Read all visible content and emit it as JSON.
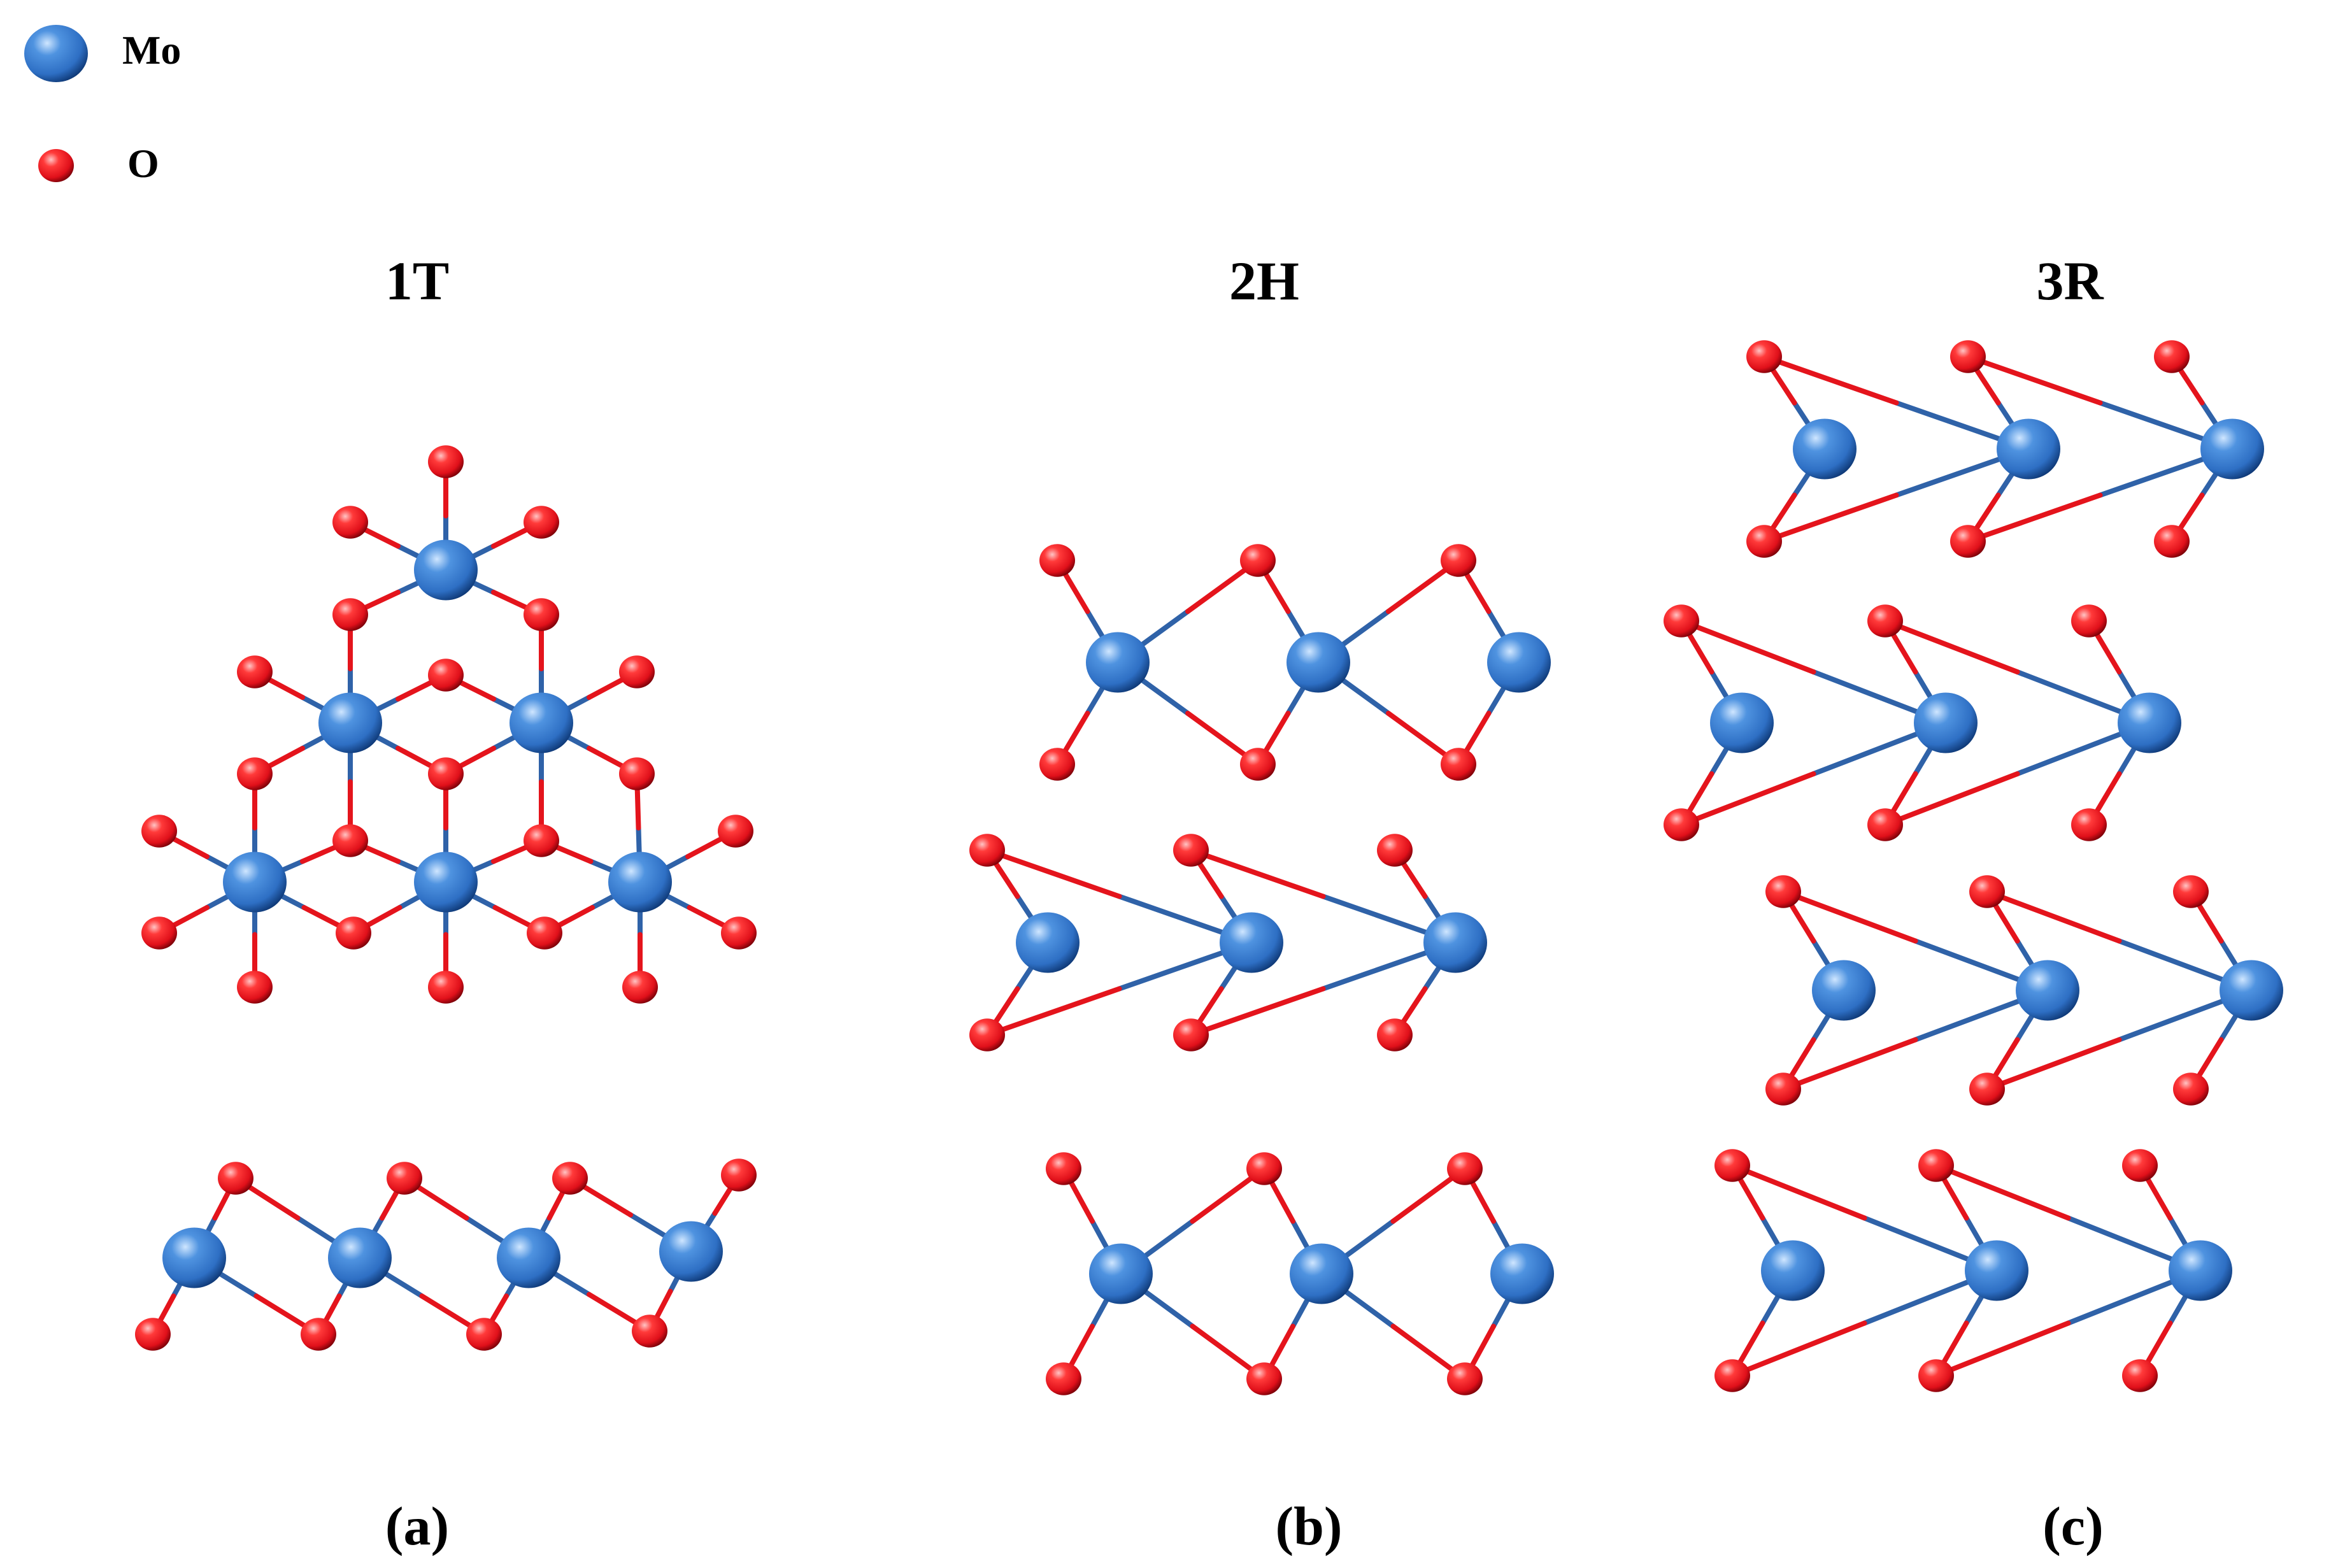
{
  "legend": {
    "items": [
      {
        "symbol": "Mo",
        "label": "Mo",
        "color": "#2e6fc4"
      },
      {
        "symbol": "O",
        "label": "O",
        "color": "#e0101a"
      }
    ]
  },
  "colors": {
    "mo_atom": "#2e6fc4",
    "mo_atom_dark": "#0f3a78",
    "mo_atom_light": "#cfe6ff",
    "o_atom": "#e0101a",
    "o_atom_dark": "#7a0008",
    "o_atom_light": "#ffc4c4",
    "bond_mo": "#2f62a8",
    "bond_o": "#e4141c"
  },
  "panels": [
    {
      "id": "a",
      "phase": "1T",
      "caption": "(a)"
    },
    {
      "id": "b",
      "phase": "2H",
      "caption": "(b)"
    },
    {
      "id": "c",
      "phase": "3R",
      "caption": "(c)"
    }
  ]
}
